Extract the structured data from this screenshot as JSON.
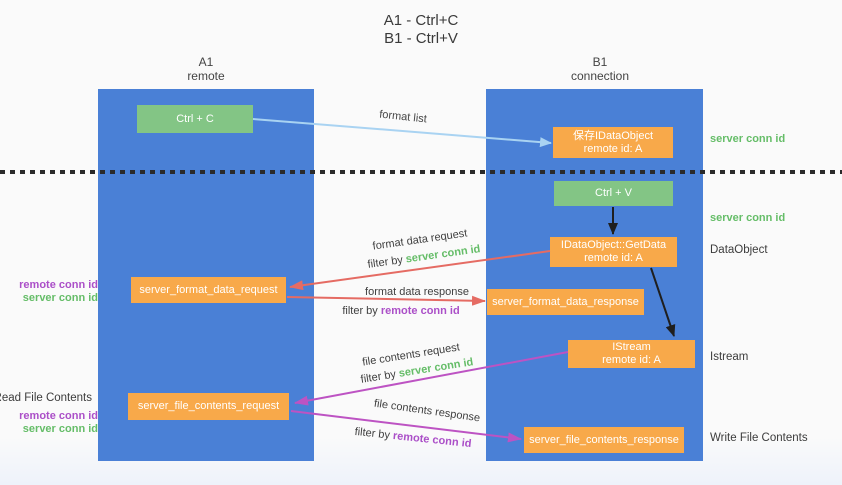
{
  "title": {
    "line1": "A1 - Ctrl+C",
    "line2": "B1 - Ctrl+V"
  },
  "columns": {
    "a1": {
      "name": "A1",
      "subtitle": "remote"
    },
    "b1": {
      "name": "B1",
      "subtitle": "connection"
    }
  },
  "nodes": {
    "ctrl_c": {
      "label": "Ctrl + C"
    },
    "save_idataobject": {
      "line1": "保存IDataObject",
      "line2": "remote id: A"
    },
    "ctrl_v": {
      "label": "Ctrl + V"
    },
    "getdata": {
      "line1": "IDataObject::GetData",
      "line2": "remote id: A"
    },
    "server_format_data_request": {
      "label": "server_format_data_request"
    },
    "server_format_data_response": {
      "label": "server_format_data_response"
    },
    "istream": {
      "line1": "IStream",
      "line2": "remote id: A"
    },
    "server_file_contents_request": {
      "label": "server_file_contents_request"
    },
    "server_file_contents_response": {
      "label": "server_file_contents_response"
    }
  },
  "edge_labels": {
    "format_list": "format list",
    "format_data_request": "format data request",
    "format_data_response": "format data response",
    "file_contents_request": "file contents request",
    "file_contents_response": "file contents response",
    "filter_by": "filter by ",
    "server_conn_id": "server conn id",
    "remote_conn_id": "remote conn id"
  },
  "side_labels": {
    "left_format": {
      "remote": "remote conn id",
      "server": "server conn id"
    },
    "read_file_contents": "Read File Contents",
    "left_file": {
      "remote": "remote conn id",
      "server": "server conn id"
    },
    "right_server_conn_top": "server conn id",
    "right_server_conn_mid": "server conn id",
    "data_object": "DataObject",
    "istream": "Istream",
    "write_file_contents": "Write File Contents"
  },
  "colors": {
    "column_blue": "#4a80d6",
    "box_green": "#83c585",
    "box_orange": "#f8a94a",
    "arrow_lightblue": "#a9d3f2",
    "arrow_red": "#e56b63",
    "arrow_magenta": "#bd53c3",
    "arrow_black": "#1f1f1f",
    "text_green": "#65bd68",
    "text_purple": "#ab4fc8",
    "text_dark": "#3c3c3c"
  }
}
